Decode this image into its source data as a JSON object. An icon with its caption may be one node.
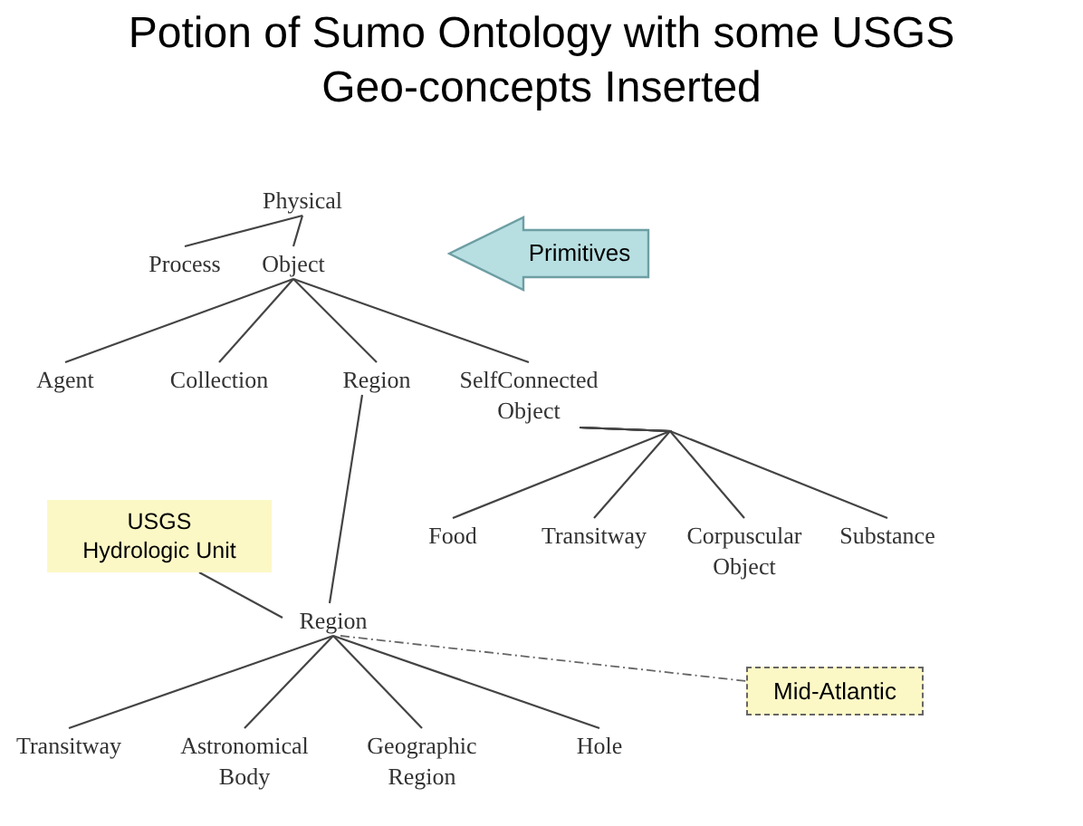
{
  "diagram": {
    "title": "Potion of Sumo Ontology with some USGS Geo-concepts Inserted",
    "nodes": [
      {
        "text": [
          "Physical"
        ]
      },
      {
        "text": [
          "Process"
        ]
      },
      {
        "text": [
          "Object"
        ]
      },
      {
        "text": [
          "Agent"
        ]
      },
      {
        "text": [
          "Collection"
        ]
      },
      {
        "text": [
          "Region"
        ]
      },
      {
        "text": [
          "SelfConnected Object"
        ]
      },
      {
        "text": [
          "Primitives"
        ]
      },
      {
        "text": [
          "USGS Hydrologic Unit"
        ]
      },
      {
        "text": [
          "Food"
        ]
      },
      {
        "text": [
          "Transitway"
        ]
      },
      {
        "text": [
          "Corpuscular Object"
        ]
      },
      {
        "text": [
          "Substance"
        ]
      },
      {
        "text": [
          "Region"
        ]
      },
      {
        "text": [
          "Mid-Atlantic"
        ]
      },
      {
        "text": [
          "Transitway"
        ]
      },
      {
        "text": [
          "Astronomical Body"
        ]
      },
      {
        "text": [
          "Geographic Region"
        ]
      },
      {
        "text": [
          "Hole"
        ]
      }
    ],
    "edges": [
      {
        "from": 0,
        "to": 1,
        "arrow": "none"
      },
      {
        "from": 0,
        "to": 2,
        "arrow": "none"
      },
      {
        "from": 2,
        "to": 3,
        "arrow": "none"
      },
      {
        "from": 2,
        "to": 4,
        "arrow": "none"
      },
      {
        "from": 2,
        "to": 5,
        "arrow": "none"
      },
      {
        "from": 2,
        "to": 6,
        "arrow": "none"
      },
      {
        "from": 6,
        "to": 9,
        "arrow": "none"
      },
      {
        "from": 6,
        "to": 10,
        "arrow": "none"
      },
      {
        "from": 6,
        "to": 11,
        "arrow": "none"
      },
      {
        "from": 6,
        "to": 12,
        "arrow": "none"
      },
      {
        "from": 5,
        "to": 13,
        "arrow": "none"
      },
      {
        "from": 8,
        "to": 13,
        "arrow": "none"
      },
      {
        "from": 13,
        "to": 15,
        "arrow": "none"
      },
      {
        "from": 13,
        "to": 16,
        "arrow": "none"
      },
      {
        "from": 13,
        "to": 17,
        "arrow": "none"
      },
      {
        "from": 13,
        "to": 18,
        "arrow": "none"
      },
      {
        "from": 13,
        "to": 14,
        "arrow": "none",
        "style": "dashed",
        "color": "#666666"
      }
    ]
  }
}
